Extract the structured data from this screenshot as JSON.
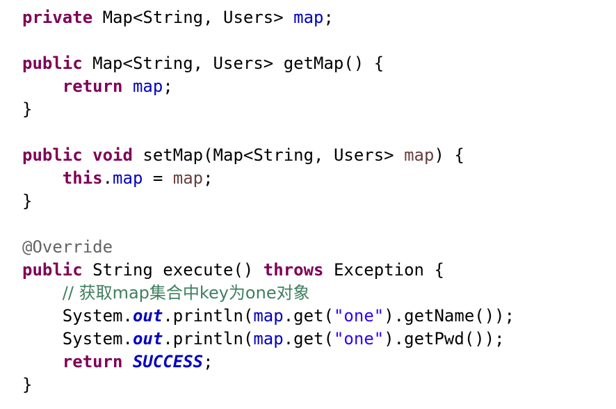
{
  "code_lines": [
    [
      {
        "t": "private",
        "c": "kw"
      },
      {
        "t": " Map<String, Users> "
      },
      {
        "t": "map",
        "c": "field"
      },
      {
        "t": ";"
      }
    ],
    [],
    [
      {
        "t": "public",
        "c": "kw"
      },
      {
        "t": " Map<String, Users> getMap() {"
      }
    ],
    [
      {
        "t": "    "
      },
      {
        "t": "return",
        "c": "kw"
      },
      {
        "t": " "
      },
      {
        "t": "map",
        "c": "field"
      },
      {
        "t": ";"
      }
    ],
    [
      {
        "t": "}"
      }
    ],
    [],
    [
      {
        "t": "public",
        "c": "kw"
      },
      {
        "t": " "
      },
      {
        "t": "void",
        "c": "kw"
      },
      {
        "t": " setMap(Map<String, Users> "
      },
      {
        "t": "map",
        "c": "param"
      },
      {
        "t": ") {"
      }
    ],
    [
      {
        "t": "    "
      },
      {
        "t": "this",
        "c": "kw"
      },
      {
        "t": "."
      },
      {
        "t": "map",
        "c": "field"
      },
      {
        "t": " = "
      },
      {
        "t": "map",
        "c": "param"
      },
      {
        "t": ";"
      }
    ],
    [
      {
        "t": "}"
      }
    ],
    [],
    [
      {
        "t": "@Override",
        "c": "ann"
      }
    ],
    [
      {
        "t": "public",
        "c": "kw"
      },
      {
        "t": " String execute() "
      },
      {
        "t": "throws",
        "c": "kw"
      },
      {
        "t": " Exception {"
      }
    ],
    [
      {
        "t": "    "
      },
      {
        "t": "// 获取map集合中key为one对象",
        "c": "comment"
      }
    ],
    [
      {
        "t": "    System."
      },
      {
        "t": "out",
        "c": "static"
      },
      {
        "t": ".println("
      },
      {
        "t": "map",
        "c": "field"
      },
      {
        "t": ".get("
      },
      {
        "t": "\"one\"",
        "c": "str"
      },
      {
        "t": ").getName());"
      }
    ],
    [
      {
        "t": "    System."
      },
      {
        "t": "out",
        "c": "static"
      },
      {
        "t": ".println("
      },
      {
        "t": "map",
        "c": "field"
      },
      {
        "t": ".get("
      },
      {
        "t": "\"one\"",
        "c": "str"
      },
      {
        "t": ").getPwd());"
      }
    ],
    [
      {
        "t": "    "
      },
      {
        "t": "return",
        "c": "kw"
      },
      {
        "t": " "
      },
      {
        "t": "SUCCESS",
        "c": "static"
      },
      {
        "t": ";"
      }
    ],
    [
      {
        "t": "}"
      }
    ]
  ]
}
